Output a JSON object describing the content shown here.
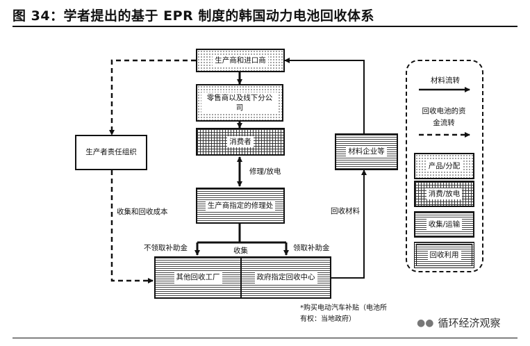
{
  "title": "图 34：学者提出的基于 EPR 制度的韩国动力电池回收体系",
  "boxes": {
    "producer_importer": "生产商和进口商",
    "retailer": "零售商以及线下分公司",
    "consumer": "消费者",
    "repair": "生产商指定的修理处",
    "other_recycler": "其他回收工厂",
    "gov_center": "政府指定回收中心",
    "materials_company": "材料企业等",
    "pro": "生产者责任组织"
  },
  "labels": {
    "repair_discharge": "修理/放电",
    "collection_cost": "收集和回收成本",
    "recycled_materials": "回收材料",
    "collection": "收集",
    "no_subsidy": "不领取补助金",
    "subsidy": "领取补助金"
  },
  "legend": {
    "material_flow": "材料流转",
    "fund_flow": "回收电池的资金流转",
    "product_distribution": "产品/分配",
    "consume_discharge": "消费/放电",
    "collect_transport": "收集/运输",
    "recycle_use": "回收利用"
  },
  "note": "*购买电动汽车补贴（电池所有权：当地政府）",
  "watermark": "循环经济观察",
  "icons": {
    "watermark_icon": "wechat-icon"
  }
}
